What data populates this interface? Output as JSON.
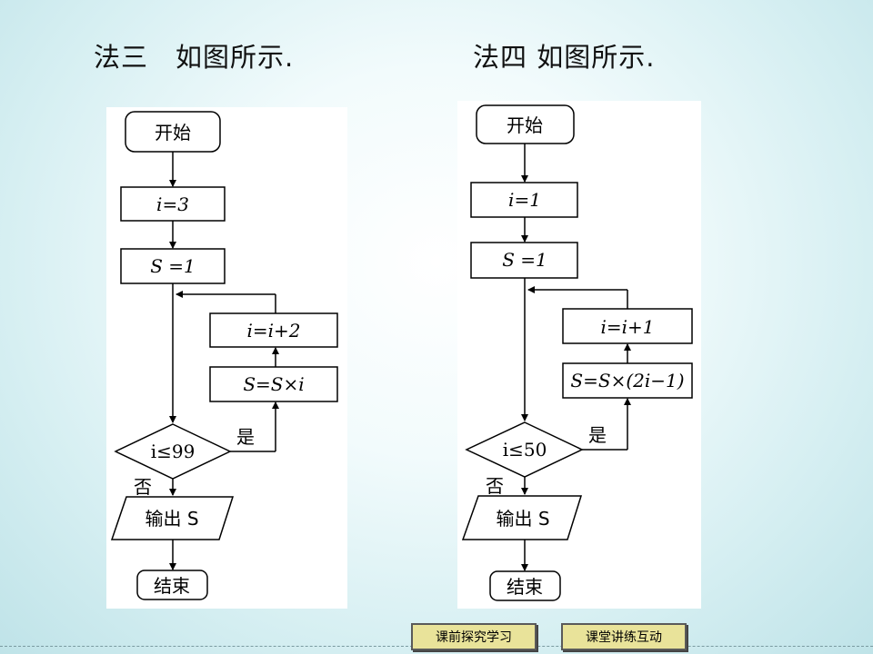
{
  "headings": {
    "left": "法三　如图所示.",
    "right": "法四 如图所示."
  },
  "flow_left": {
    "start": "开始",
    "init_i": "i=3",
    "init_s": "S =1",
    "increment": "i=i+2",
    "multiply": "S=S×i",
    "condition": "i≤99",
    "yes": "是",
    "no": "否",
    "output": "输出 S",
    "end": "结束"
  },
  "flow_right": {
    "start": "开始",
    "init_i": "i=1",
    "init_s": "S =1",
    "increment": "i=i+1",
    "multiply": "S=S×(2i−1)",
    "condition": "i≤50",
    "yes": "是",
    "no": "否",
    "output": "输出 S",
    "end": "结束"
  },
  "footer": {
    "btn1": "课前探究学习",
    "btn2": "课堂讲练互动"
  }
}
